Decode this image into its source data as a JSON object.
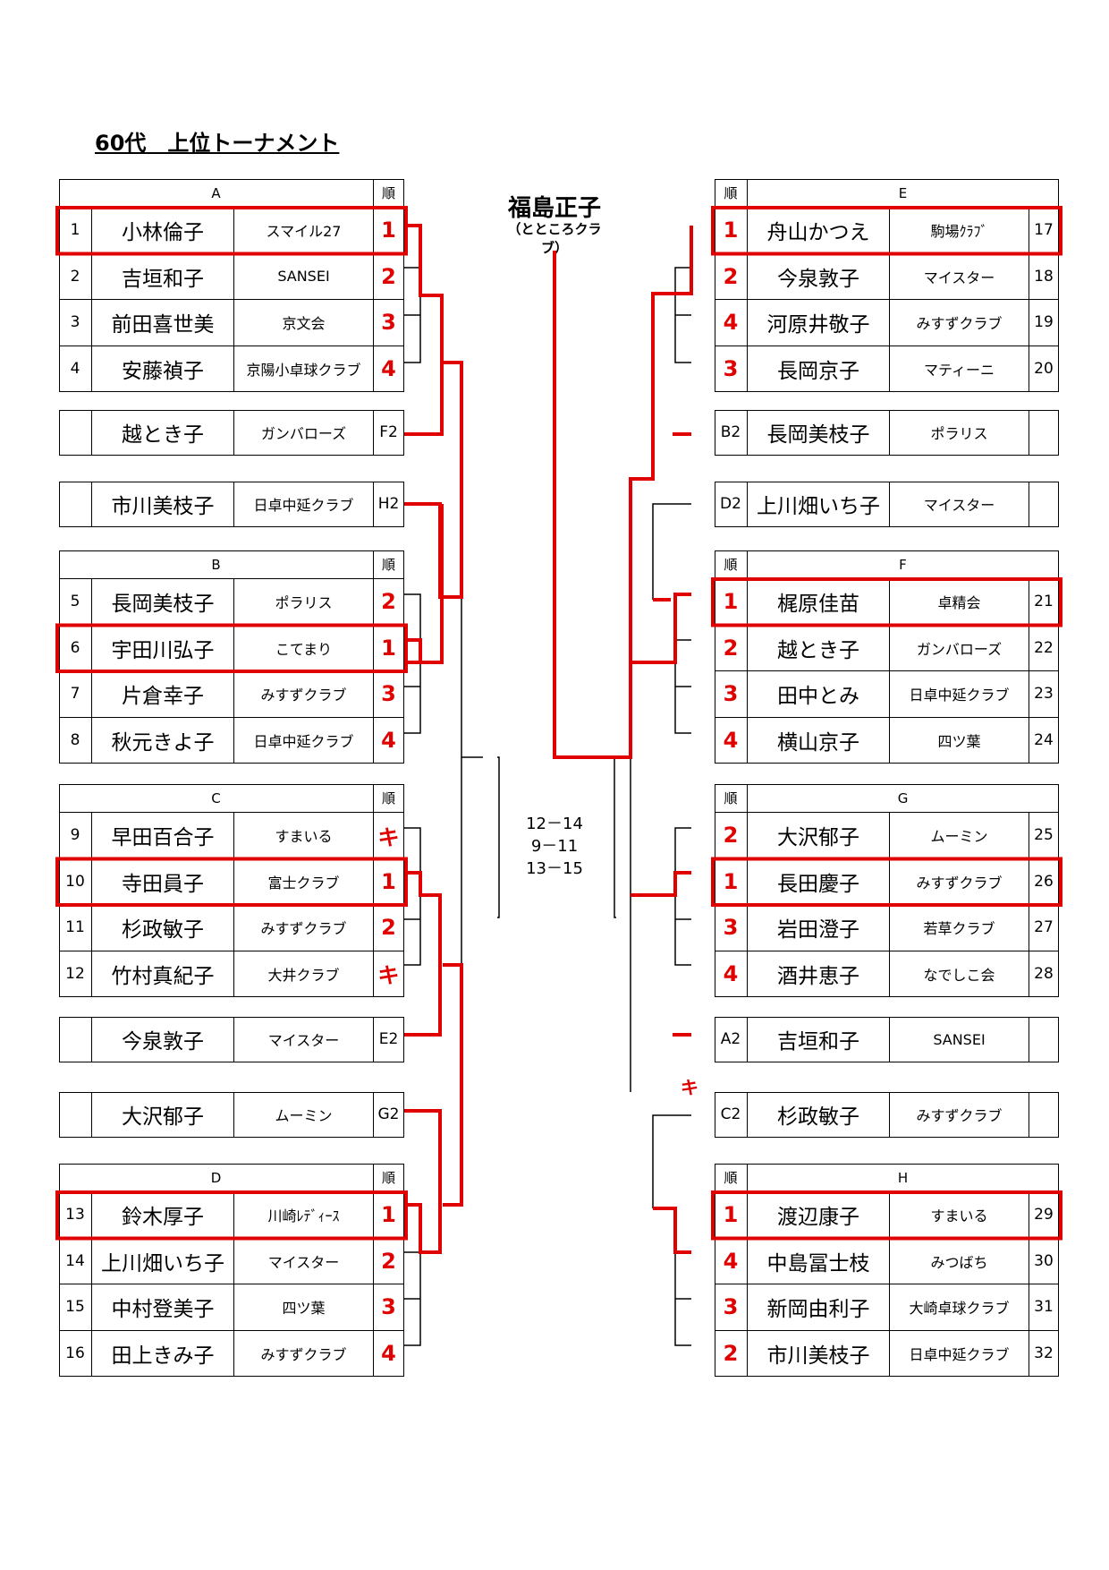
{
  "title": "60代　上位トーナメント",
  "champion": {
    "name": "福島正子",
    "club": "（とところクラブ）"
  },
  "score_box": [
    "12－14",
    "9－11",
    "13－15"
  ],
  "rank_header": "順",
  "colors": {
    "accent": "#e00000",
    "line": "#000000"
  },
  "groups": [
    {
      "id": "A",
      "side": "left",
      "players": [
        {
          "no": "1",
          "name": "小林倫子",
          "club": "スマイル27",
          "rank": "1",
          "winner": true
        },
        {
          "no": "2",
          "name": "吉垣和子",
          "club": "SANSEI",
          "rank": "2"
        },
        {
          "no": "3",
          "name": "前田喜世美",
          "club": "京文会",
          "rank": "3"
        },
        {
          "no": "4",
          "name": "安藤禎子",
          "club": "京陽小卓球クラブ",
          "rank": "4"
        }
      ]
    },
    {
      "id": "B",
      "side": "left",
      "players": [
        {
          "no": "5",
          "name": "長岡美枝子",
          "club": "ポラリス",
          "rank": "2"
        },
        {
          "no": "6",
          "name": "宇田川弘子",
          "club": "こてまり",
          "rank": "1",
          "winner": true
        },
        {
          "no": "7",
          "name": "片倉幸子",
          "club": "みすずクラブ",
          "rank": "3"
        },
        {
          "no": "8",
          "name": "秋元きよ子",
          "club": "日卓中延クラブ",
          "rank": "4"
        }
      ]
    },
    {
      "id": "C",
      "side": "left",
      "players": [
        {
          "no": "9",
          "name": "早田百合子",
          "club": "すまいる",
          "rank": "キ"
        },
        {
          "no": "10",
          "name": "寺田員子",
          "club": "富士クラブ",
          "rank": "1",
          "winner": true
        },
        {
          "no": "11",
          "name": "杉政敏子",
          "club": "みすずクラブ",
          "rank": "2"
        },
        {
          "no": "12",
          "name": "竹村真紀子",
          "club": "大井クラブ",
          "rank": "キ"
        }
      ]
    },
    {
      "id": "D",
      "side": "left",
      "players": [
        {
          "no": "13",
          "name": "鈴木厚子",
          "club": "川崎ﾚﾃﾞｨｰｽ",
          "rank": "1",
          "winner": true
        },
        {
          "no": "14",
          "name": "上川畑いち子",
          "club": "マイスター",
          "rank": "2"
        },
        {
          "no": "15",
          "name": "中村登美子",
          "club": "四ツ葉",
          "rank": "3"
        },
        {
          "no": "16",
          "name": "田上きみ子",
          "club": "みすずクラブ",
          "rank": "4"
        }
      ]
    },
    {
      "id": "E",
      "side": "right",
      "players": [
        {
          "no": "17",
          "name": "舟山かつえ",
          "club": "駒場ｸﾗﾌﾞ",
          "rank": "1",
          "winner": true
        },
        {
          "no": "18",
          "name": "今泉敦子",
          "club": "マイスター",
          "rank": "2"
        },
        {
          "no": "19",
          "name": "河原井敬子",
          "club": "みすずクラブ",
          "rank": "4"
        },
        {
          "no": "20",
          "name": "長岡京子",
          "club": "マティーニ",
          "rank": "3"
        }
      ]
    },
    {
      "id": "F",
      "side": "right",
      "players": [
        {
          "no": "21",
          "name": "梶原佳苗",
          "club": "卓精会",
          "rank": "1",
          "winner": true
        },
        {
          "no": "22",
          "name": "越とき子",
          "club": "ガンバローズ",
          "rank": "2"
        },
        {
          "no": "23",
          "name": "田中とみ",
          "club": "日卓中延クラブ",
          "rank": "3"
        },
        {
          "no": "24",
          "name": "横山京子",
          "club": "四ツ葉",
          "rank": "4"
        }
      ]
    },
    {
      "id": "G",
      "side": "right",
      "players": [
        {
          "no": "25",
          "name": "大沢郁子",
          "club": "ムーミン",
          "rank": "2"
        },
        {
          "no": "26",
          "name": "長田慶子",
          "club": "みすずクラブ",
          "rank": "1",
          "winner": true
        },
        {
          "no": "27",
          "name": "岩田澄子",
          "club": "若草クラブ",
          "rank": "3"
        },
        {
          "no": "28",
          "name": "酒井恵子",
          "club": "なでしこ会",
          "rank": "4"
        }
      ]
    },
    {
      "id": "H",
      "side": "right",
      "players": [
        {
          "no": "29",
          "name": "渡辺康子",
          "club": "すまいる",
          "rank": "1",
          "winner": true
        },
        {
          "no": "30",
          "name": "中島冨士枝",
          "club": "みつばち",
          "rank": "4"
        },
        {
          "no": "31",
          "name": "新岡由利子",
          "club": "大崎卓球クラブ",
          "rank": "3"
        },
        {
          "no": "32",
          "name": "市川美枝子",
          "club": "日卓中延クラブ",
          "rank": "2"
        }
      ]
    }
  ],
  "seconds": [
    {
      "side": "left",
      "name": "越とき子",
      "club": "ガンバローズ",
      "code": "F2"
    },
    {
      "side": "left",
      "name": "市川美枝子",
      "club": "日卓中延クラブ",
      "code": "H2"
    },
    {
      "side": "left",
      "name": "今泉敦子",
      "club": "マイスター",
      "code": "E2"
    },
    {
      "side": "left",
      "name": "大沢郁子",
      "club": "ムーミン",
      "code": "G2"
    },
    {
      "side": "right",
      "name": "長岡美枝子",
      "club": "ポラリス",
      "code": "B2"
    },
    {
      "side": "right",
      "name": "上川畑いち子",
      "club": "マイスター",
      "code": "D2"
    },
    {
      "side": "right",
      "name": "吉垣和子",
      "club": "SANSEI",
      "code": "A2"
    },
    {
      "side": "right",
      "name": "杉政敏子",
      "club": "みすずクラブ",
      "code": "C2",
      "mark": "キ"
    }
  ]
}
